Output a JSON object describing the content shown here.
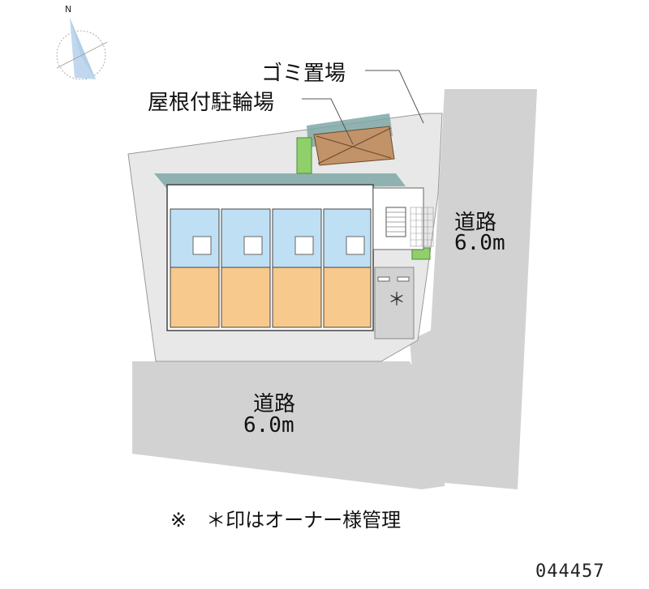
{
  "compass": {
    "north_label": "N"
  },
  "callouts": {
    "garbage": "ゴミ置場",
    "bicycle": "屋根付駐輪場"
  },
  "roads": [
    {
      "name": "道路",
      "width": "6.0m"
    },
    {
      "name": "道路",
      "width": "6.0m"
    }
  ],
  "parking": {
    "owner_mark": "＊"
  },
  "footer": {
    "note": "※　＊印はオーナー様管理",
    "code": "044457"
  },
  "colors": {
    "road": "#d2d2d2",
    "site": "#e8e8e8",
    "shade": "#7fa8a6",
    "unit_blue": "#bfe0f4",
    "unit_orange": "#f7c98c",
    "bike_roof": "#c29268",
    "green": "#8fd06a"
  }
}
